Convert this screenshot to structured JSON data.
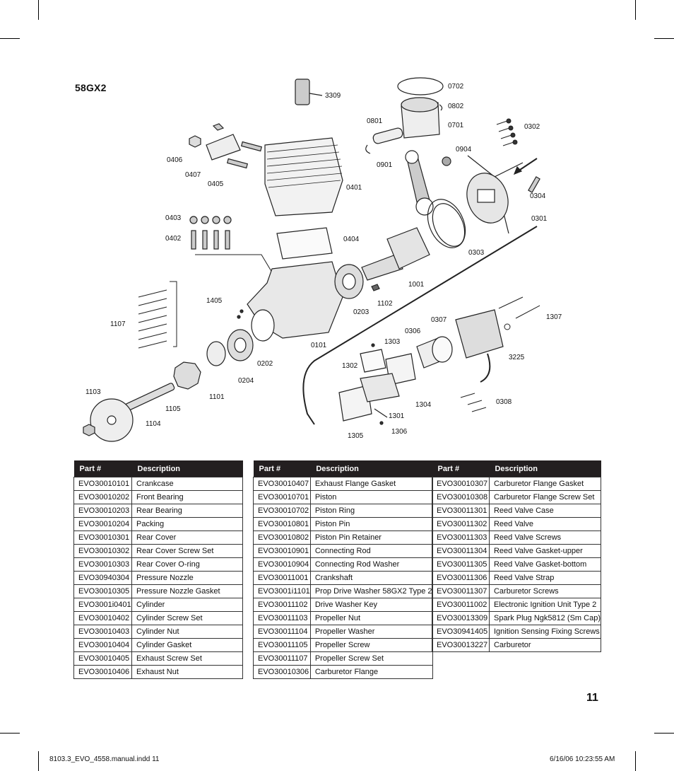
{
  "title": "58GX2",
  "callouts": [
    "3309",
    "0702",
    "0802",
    "0801",
    "0701",
    "0904",
    "0302",
    "0406",
    "0407",
    "0405",
    "0401",
    "0901",
    "0304",
    "0301",
    "0403",
    "0402",
    "0404",
    "0303",
    "1001",
    "1102",
    "1107",
    "1405",
    "0203",
    "0101",
    "0307",
    "1307",
    "0306",
    "1303",
    "3225",
    "0202",
    "0204",
    "1302",
    "1101",
    "1304",
    "0308",
    "1103",
    "1105",
    "1104",
    "1301",
    "1306",
    "1305"
  ],
  "table": {
    "headers": [
      "Part #",
      "Description"
    ],
    "columns": [
      [
        [
          "EVO30010101",
          "Crankcase"
        ],
        [
          "EVO30010202",
          "Front Bearing"
        ],
        [
          "EVO30010203",
          "Rear Bearing"
        ],
        [
          "EVO30010204",
          "Packing"
        ],
        [
          "EVO30010301",
          "Rear Cover"
        ],
        [
          "EVO30010302",
          "Rear Cover Screw Set"
        ],
        [
          "EVO30010303",
          "Rear Cover O-ring"
        ],
        [
          "EVO30940304",
          "Pressure Nozzle"
        ],
        [
          "EVO30010305",
          "Pressure Nozzle Gasket"
        ],
        [
          "EVO3001i0401",
          "Cylinder"
        ],
        [
          "EVO30010402",
          "Cylinder Screw Set"
        ],
        [
          "EVO30010403",
          "Cylinder Nut"
        ],
        [
          "EVO30010404",
          "Cylinder Gasket"
        ],
        [
          "EVO30010405",
          "Exhaust Screw Set"
        ],
        [
          "EVO30010406",
          "Exhaust Nut"
        ]
      ],
      [
        [
          "EVO30010407",
          "Exhaust Flange Gasket"
        ],
        [
          "EVO30010701",
          "Piston"
        ],
        [
          "EVO30010702",
          "Piston Ring"
        ],
        [
          "EVO30010801",
          "Piston Pin"
        ],
        [
          "EVO30010802",
          "Piston Pin Retainer"
        ],
        [
          "EVO30010901",
          "Connecting Rod"
        ],
        [
          "EVO30010904",
          "Connecting Rod Washer"
        ],
        [
          "EVO30011001",
          "Crankshaft"
        ],
        [
          "EVO3001i1101",
          "Prop Drive Washer 58GX2 Type 2"
        ],
        [
          "EVO30011102",
          "Drive Washer Key"
        ],
        [
          "EVO30011103",
          "Propeller Nut"
        ],
        [
          "EVO30011104",
          "Propeller Washer"
        ],
        [
          "EVO30011105",
          "Propeller Screw"
        ],
        [
          "EVO30011107",
          "Propeller Screw Set"
        ],
        [
          "EVO30010306",
          "Carburetor Flange"
        ]
      ],
      [
        [
          "EVO30010307",
          "Carburetor Flange Gasket"
        ],
        [
          "EVO30010308",
          "Carburetor Flange Screw Set"
        ],
        [
          "EVO30011301",
          "Reed Valve Case"
        ],
        [
          "EVO30011302",
          "Reed Valve"
        ],
        [
          "EVO30011303",
          "Reed Valve Screws"
        ],
        [
          "EVO30011304",
          "Reed Valve Gasket-upper"
        ],
        [
          "EVO30011305",
          "Reed Valve Gasket-bottom"
        ],
        [
          "EVO30011306",
          "Reed Valve Strap"
        ],
        [
          "EVO30011307",
          "Carburetor Screws"
        ],
        [
          "EVO30011002",
          "Electronic Ignition Unit Type 2"
        ],
        [
          "EVO30013309",
          "Spark Plug Ngk5812 (Sm Cap)"
        ],
        [
          "EVO30941405",
          "Ignition Sensing Fixing Screws"
        ],
        [
          "EVO30013227",
          "Carburetor"
        ]
      ]
    ]
  },
  "page_number": "11",
  "footer": {
    "file": "8103.3_EVO_4558.manual.indd   11",
    "timestamp": "6/16/06   10:23:55 AM"
  }
}
